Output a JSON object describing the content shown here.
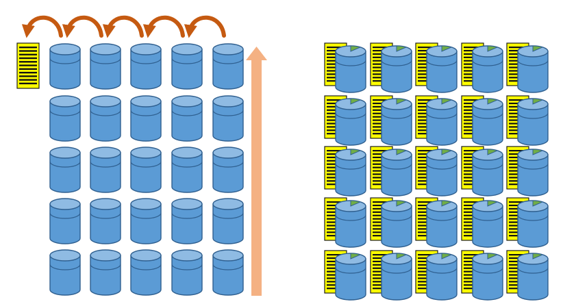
{
  "colors": {
    "background": "#ffffff",
    "cylinder_fill": "#5b9bd5",
    "cylinder_top": "#8fbbe3",
    "cylinder_stroke": "#2f5f8f",
    "log_fill": "#ffff00",
    "log_stroke": "#1a1a1a",
    "wedge_fill": "#70ad47",
    "curved_arrow": "#c55a11",
    "big_arrow": "#f4b183"
  },
  "left_panel": {
    "rows": 5,
    "columns": 5,
    "log_icon": "striped-log-icon",
    "cylinder_icon": "database-cylinder-icon",
    "curved_arrow_count": 5,
    "curved_arrow_icon": "curved-arrow-left-icon",
    "vertical_arrow_icon": "arrow-up-icon"
  },
  "right_panel": {
    "rows": 5,
    "columns": 5,
    "unit_icon": "cylinder-with-log-and-wedge-icon"
  }
}
